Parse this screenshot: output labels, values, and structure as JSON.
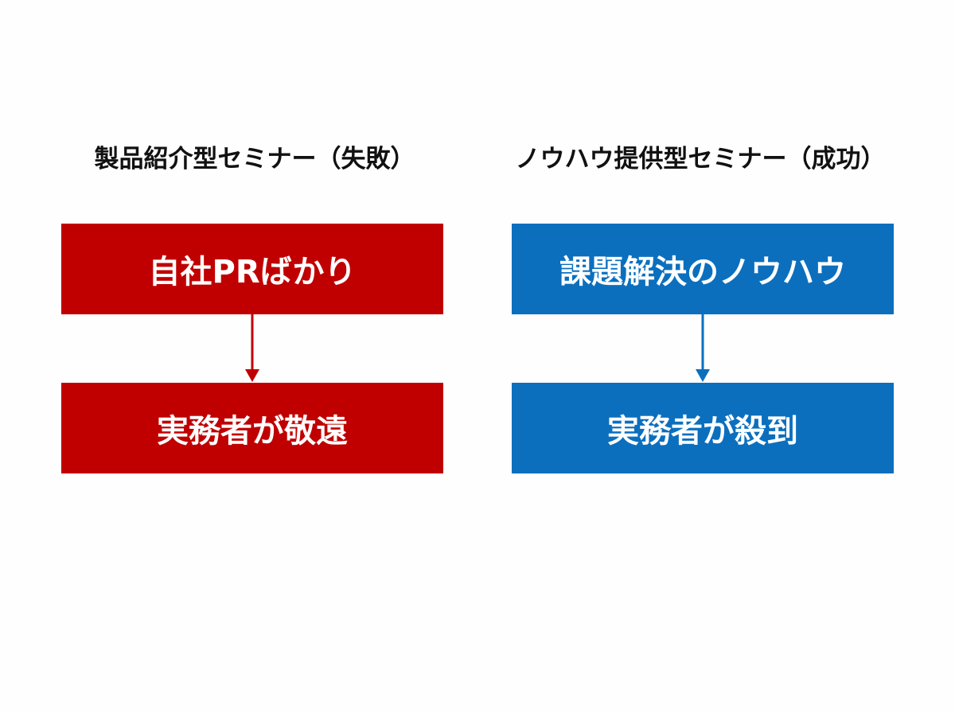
{
  "colors": {
    "fail": "#c00000",
    "success": "#0b6fbe",
    "heading_text": "#111111",
    "box_text": "#ffffff"
  },
  "left": {
    "heading": "製品紹介型セミナー（失敗）",
    "top_box": "自社PRばかり",
    "bottom_box": "実務者が敬遠"
  },
  "right": {
    "heading": "ノウハウ提供型セミナー（成功）",
    "top_box": "課題解決のノウハウ",
    "bottom_box": "実務者が殺到"
  }
}
